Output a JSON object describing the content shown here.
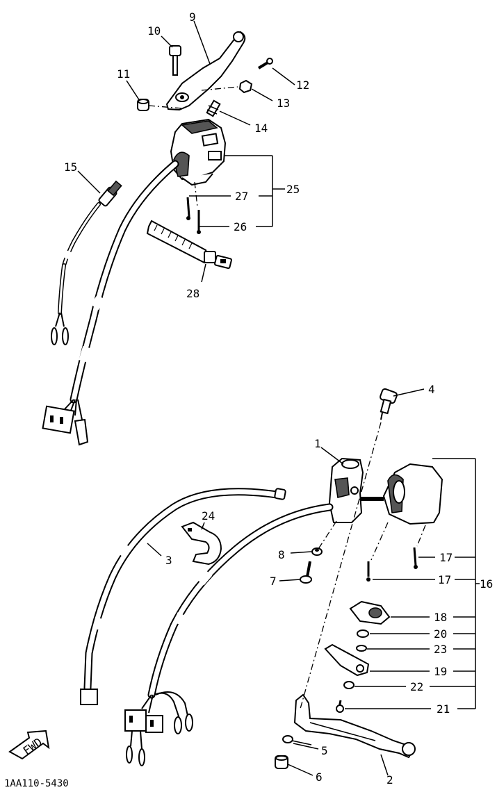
{
  "diagram": {
    "part_numbers": [
      "1",
      "2",
      "3",
      "4",
      "5",
      "6",
      "7",
      "8",
      "9",
      "10",
      "11",
      "12",
      "13",
      "14",
      "15",
      "16",
      "17",
      "18",
      "19",
      "20",
      "21",
      "22",
      "23",
      "24",
      "25",
      "26",
      "27",
      "28"
    ],
    "dup_17": "17",
    "direction_label": "FWD",
    "drawing_code": "1AA110-5430"
  }
}
